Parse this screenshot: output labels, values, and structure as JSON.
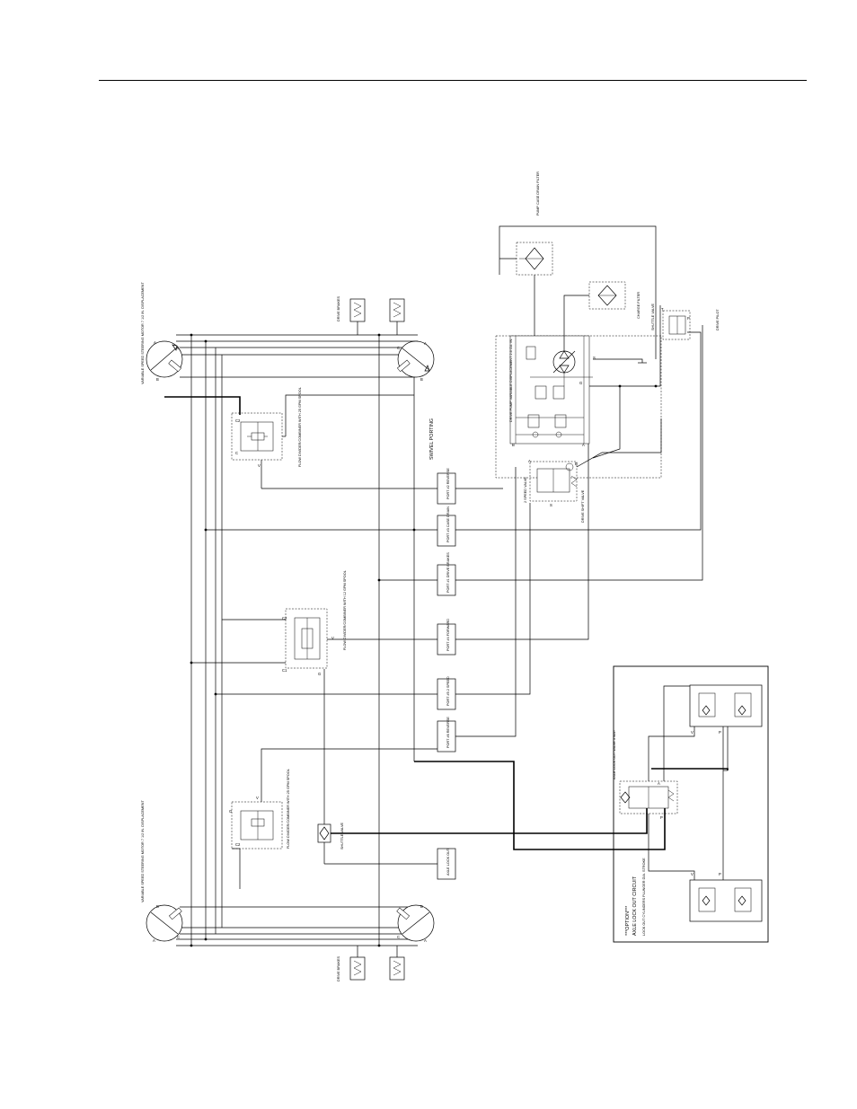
{
  "labels": {
    "motor_top_left": "VARIABLE SPEED STEERING MOTOR 7 1/2 IN. DISPLACEMENT",
    "motor_bottom_left": "VARIABLE SPEED STEERING MOTOR 7 1/2 IN. DISPLACEMENT",
    "valve_top": "FLOW DIVIDER/COMBINER WITH 25 GPM SPOOL",
    "valve_middle": "FLOW DIVIDER/COMBINER WITH 12 GPM SPOOL",
    "valve_bottom": "FLOW DIVIDER/COMBINER WITH 25 GPM SPOOL",
    "shuttle_valve": "SHUTTLE VALVE",
    "swivel_porting": "SWIVEL PORTING",
    "drive_brakes_top": "DRIVE BRAKES",
    "drive_brakes_bottom": "DRIVE BRAKES",
    "drive_pump": "DRIVE PUMP VARIABLE DISPLACEMENT 2.6 CU. IN.",
    "charge_filter": "CHARGE FILTER",
    "pump_case_filter": "PUMP CASE DRAIN FILTER",
    "shuttle_top": "SHUTTLE VALVE",
    "two_speed_valve": "2 SPEED VALVE",
    "drive_shift_valve": "DRIVE SHIFT VALVE",
    "axle_lockout_valve": "AXLE LOCK OUT VALVE 3 WAY",
    "option_title": "***OPTION***",
    "option_subtitle": "AXLE LOCK OUT CIRCUIT",
    "option_notes": "LOCK OUT CYLINDERS PLUNGER DIA. STROKE",
    "port_drive_reverse": "PORT #2 REVERSE",
    "port_case_drain": "PORT #3 CASE DRAIN",
    "port_drive_brakes": "PORT #1 DRIVE BRAKES",
    "port_forward": "PORT #4 FORWARD",
    "port_two_speed": "PORT #5 2 SPEED",
    "port_reverse": "PORT #6 REVERSE",
    "port_axle_lockout": "AXLE LOCK OUT"
  }
}
